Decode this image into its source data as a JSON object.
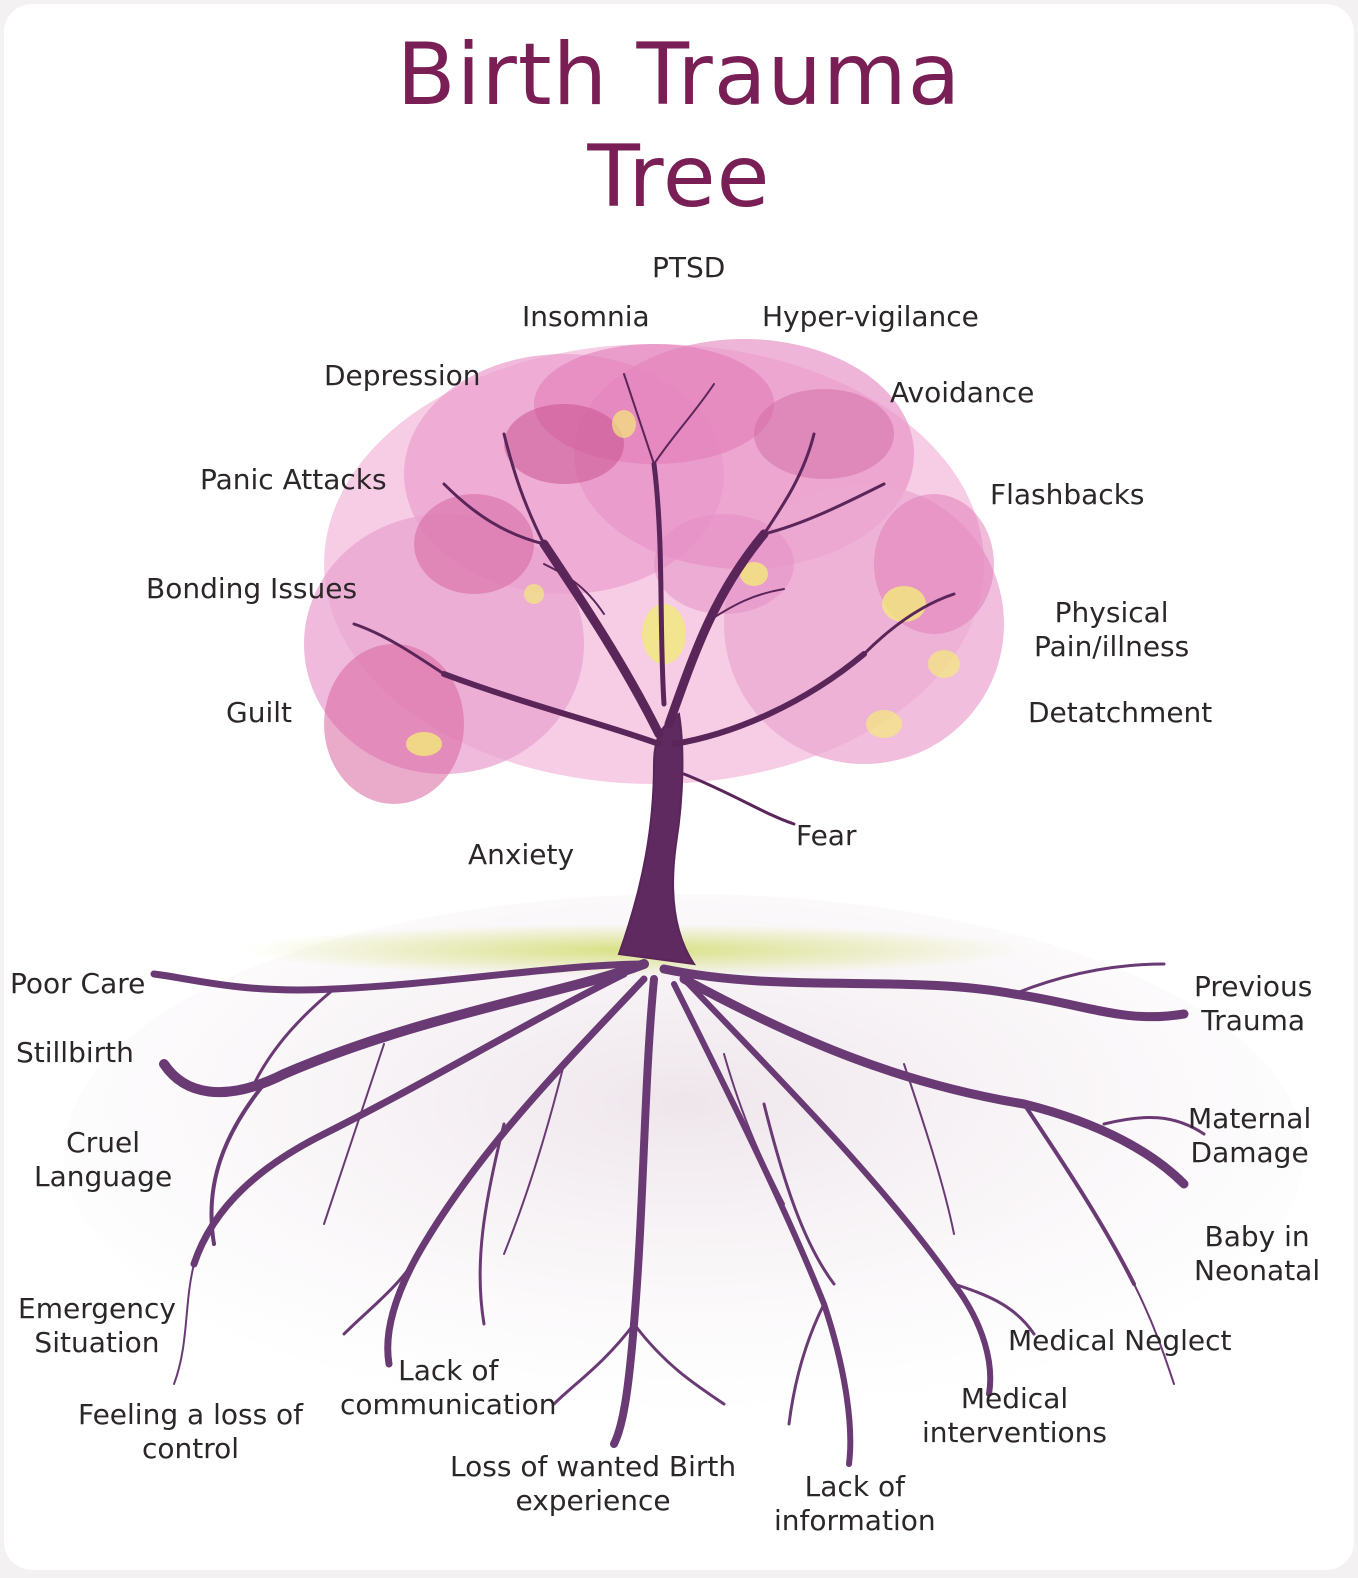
{
  "title": {
    "line1": "Birth Trauma",
    "line2": "Tree"
  },
  "branches": [
    "PTSD",
    "Insomnia",
    "Hyper-vigilance",
    "Depression",
    "Avoidance",
    "Panic Attacks",
    "Flashbacks",
    "Bonding Issues",
    "Physical\nPain/illness",
    "Guilt",
    "Detatchment",
    "Anxiety",
    "Fear"
  ],
  "roots": [
    "Poor Care",
    "Stillbirth",
    "Cruel\nLanguage",
    "Emergency\nSituation",
    "Feeling a loss of\ncontrol",
    "Lack of\ncommunication",
    "Loss of wanted Birth\nexperience",
    "Lack of\ninformation",
    "Medical\ninterventions",
    "Medical Neglect",
    "Baby in\nNeonatal",
    "Maternal\nDamage",
    "Previous\nTrauma"
  ],
  "colors": {
    "title": "#7a1f55",
    "trunk": "#5e2a5f",
    "roots": "#6a3a74",
    "blossom_light": "#f2b6da",
    "blossom_mid": "#e48cc3",
    "blossom_dark": "#c9548f",
    "highlight": "#f3ea7a",
    "ground": "#c9d978"
  }
}
